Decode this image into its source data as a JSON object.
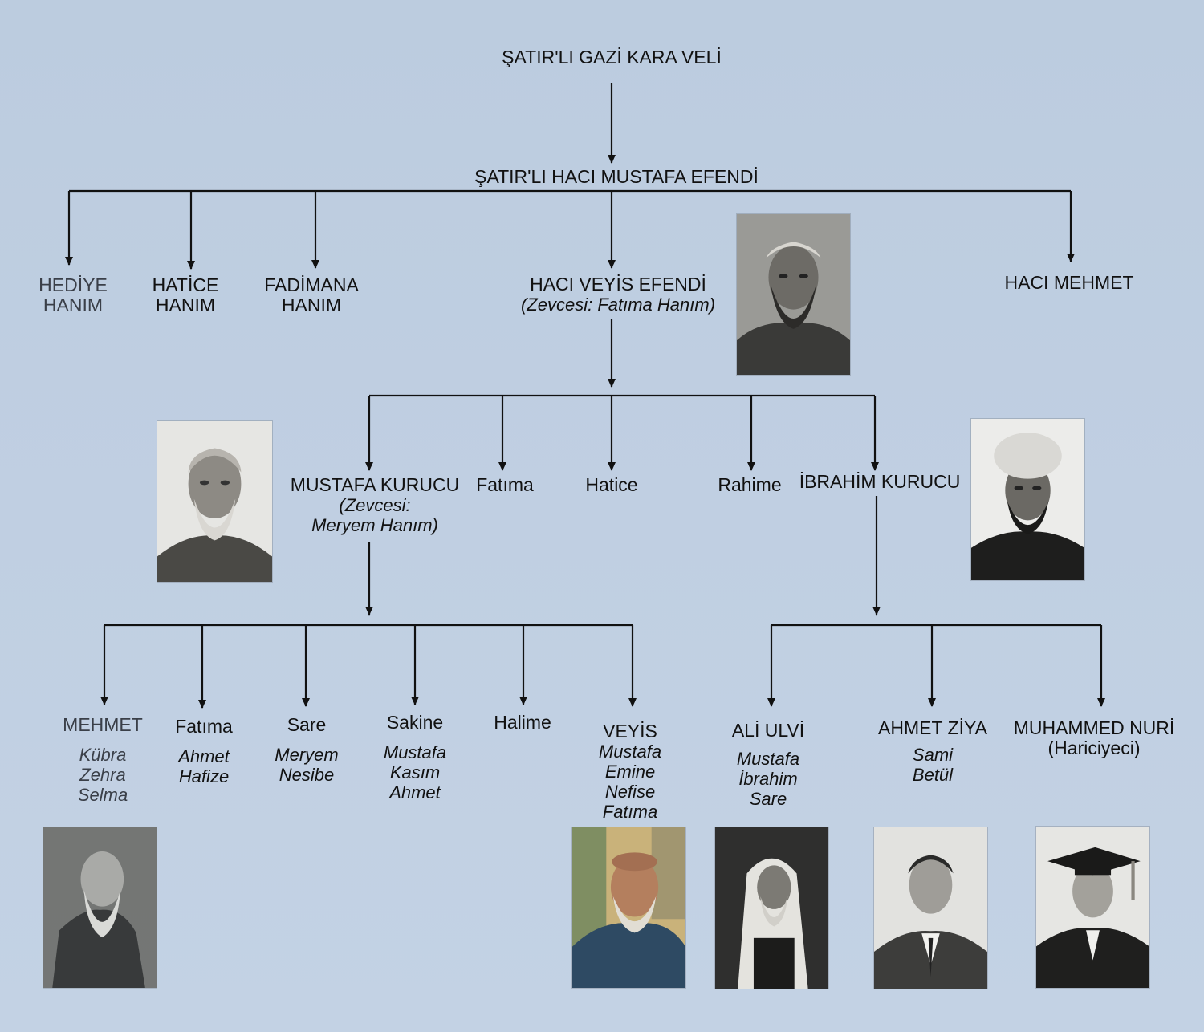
{
  "root": {
    "name": "ŞATIR'LI GAZİ KARA VELİ"
  },
  "gen1": {
    "name": "ŞATIR'LI HACI MUSTAFA EFENDİ"
  },
  "gen2": {
    "hediye": {
      "line1": "HEDİYE",
      "line2": "HANIM"
    },
    "hatice": {
      "line1": "HATİCE",
      "line2": "HANIM"
    },
    "fadimana": {
      "line1": "FADİMANA",
      "line2": "HANIM"
    },
    "veyis": {
      "name": "HACI VEYİS EFENDİ",
      "spouse": "(Zevcesi: Fatıma Hanım)"
    },
    "mehmet": {
      "name": "HACI MEHMET"
    }
  },
  "gen3": {
    "mustafa": {
      "name": "MUSTAFA KURUCU",
      "spouse_1": "(Zevcesi:",
      "spouse_2": "Meryem Hanım)"
    },
    "fatima": {
      "name": "Fatıma"
    },
    "hatice": {
      "name": "Hatice"
    },
    "rahime": {
      "name": "Rahime"
    },
    "ibrahim": {
      "name": "İBRAHİM KURUCU"
    }
  },
  "gen4": {
    "mehmet": {
      "name": "MEHMET",
      "children": [
        "Kübra",
        "Zehra",
        "Selma"
      ]
    },
    "fatima": {
      "name": "Fatıma",
      "children": [
        "Ahmet",
        "Hafize"
      ]
    },
    "sare": {
      "name": "Sare",
      "children": [
        "Meryem",
        "Nesibe"
      ]
    },
    "sakine": {
      "name": "Sakine",
      "children": [
        "Mustafa",
        "Kasım",
        "Ahmet"
      ]
    },
    "halime": {
      "name": "Halime"
    },
    "veyis": {
      "name": "VEYİS",
      "children": [
        "Mustafa",
        "Emine",
        "Nefise",
        "Fatıma"
      ]
    },
    "ali_ulvi": {
      "name": "ALİ ULVİ",
      "children": [
        "Mustafa",
        "İbrahim",
        "Sare"
      ]
    },
    "ahmet_ziya": {
      "name": "AHMET ZİYA",
      "children": [
        "Sami",
        "Betül"
      ]
    },
    "muhammed_nuri": {
      "name": "MUHAMMED NURİ",
      "note": "(Hariciyeci)"
    }
  },
  "colors": {
    "background": "#bfcee1",
    "line": "#111111",
    "text": "#111111"
  }
}
